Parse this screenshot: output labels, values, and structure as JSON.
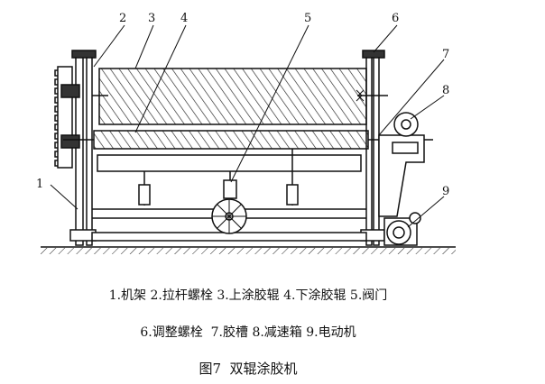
{
  "diagram": {
    "callouts": [
      "1",
      "2",
      "3",
      "4",
      "5",
      "6",
      "7",
      "8",
      "9"
    ]
  },
  "caption": {
    "legend_line1": "1.机架 2.拉杆螺栓 3.上涂胶辊 4.下涂胶辊 5.阀门",
    "legend_line2": "6.调整螺栓  7.胶槽 8.减速箱 9.电动机",
    "title": "图7  双辊涂胶机"
  }
}
